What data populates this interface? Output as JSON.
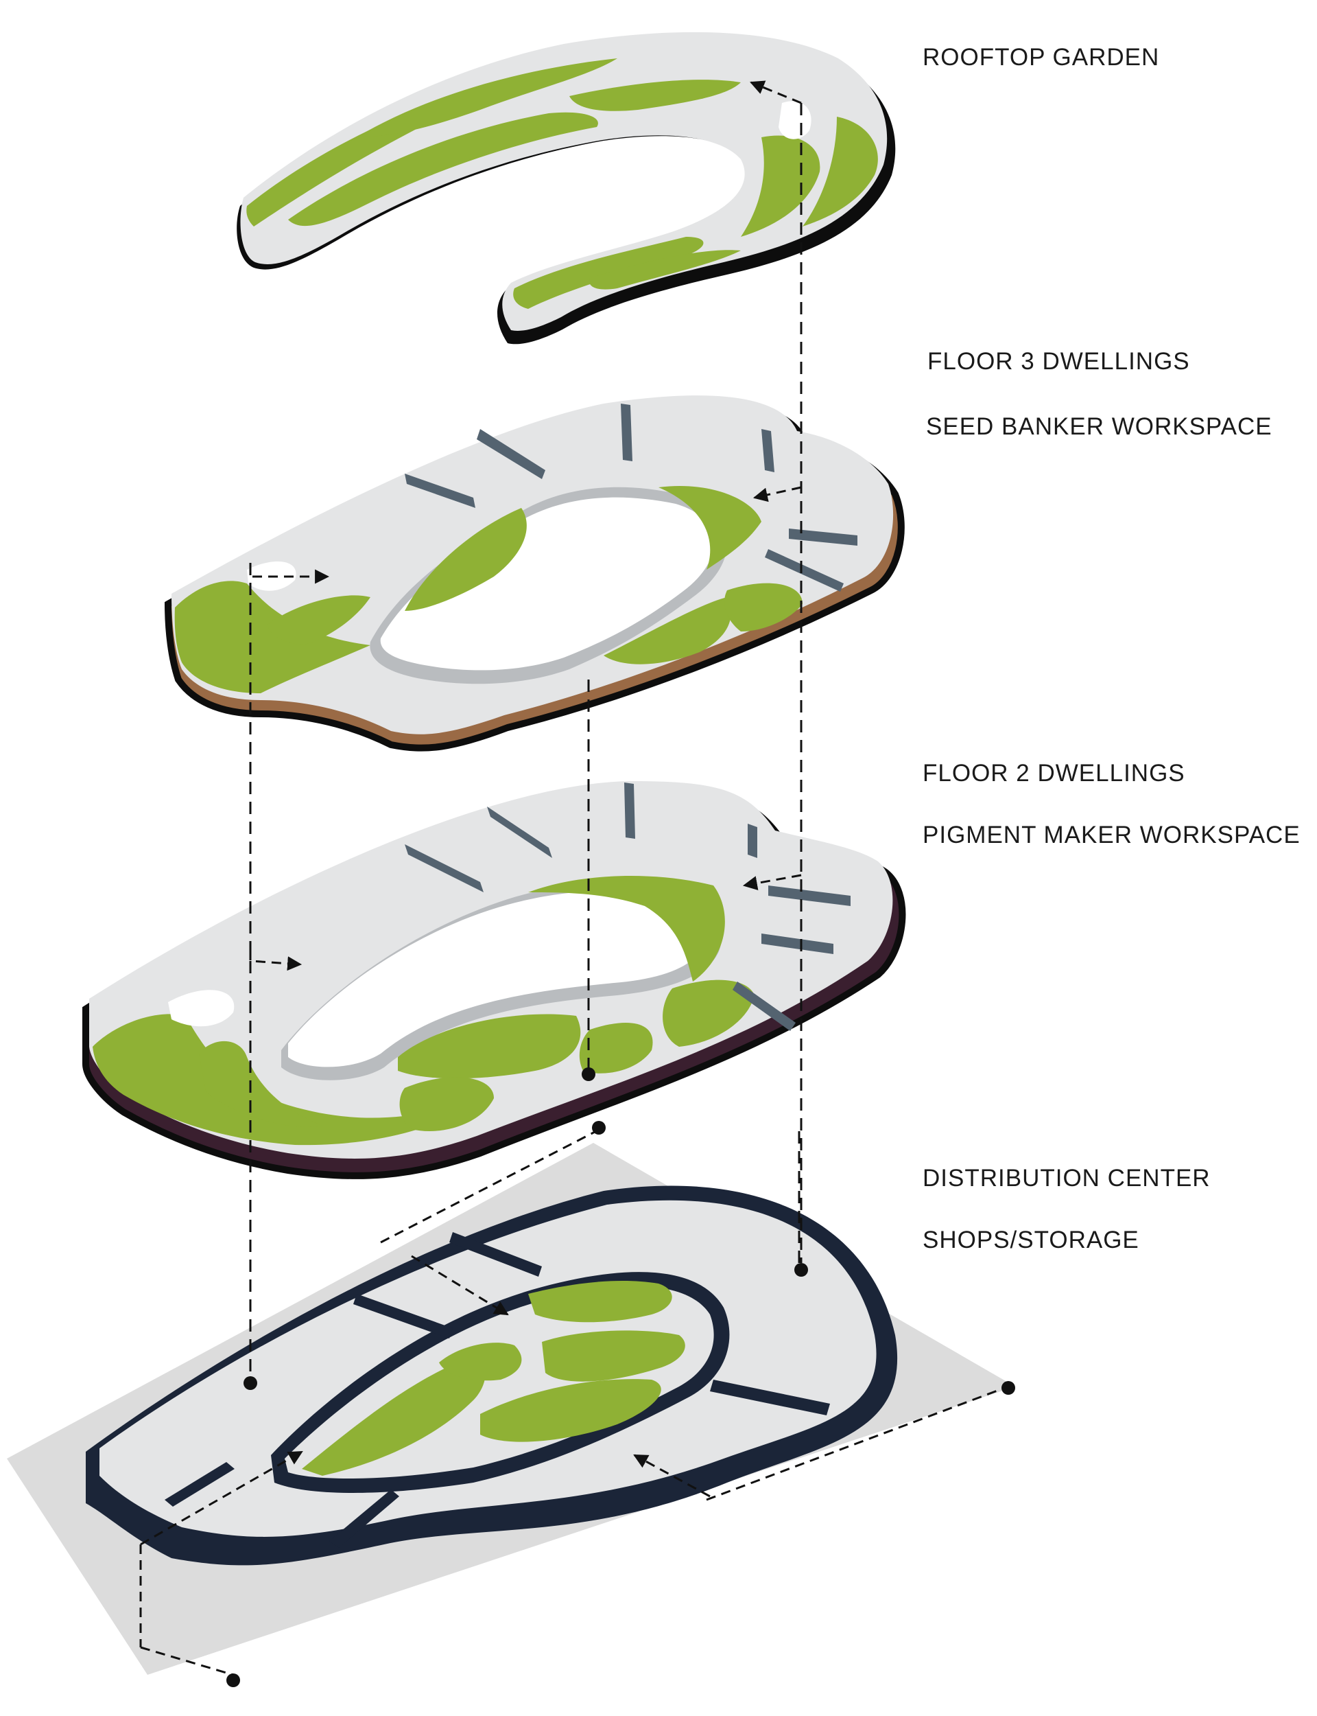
{
  "labels": {
    "rooftop": "ROOFTOP GARDEN",
    "floor3_a": "FLOOR 3 DWELLINGS",
    "floor3_b": "SEED BANKER WORKSPACE",
    "floor2_a": "FLOOR 2 DWELLINGS",
    "floor2_b": "PIGMENT MAKER WORKSPACE",
    "ground_a": "DISTRIBUTION CENTER",
    "ground_b": "SHOPS/STORAGE"
  },
  "colors": {
    "garden": "#8fb135",
    "floor": "#e4e5e6",
    "edge": "#0d0d0d",
    "ground_edge": "#1b2538",
    "partition": "#546370",
    "rim3": "#9a6a45",
    "rim2": "#3a1f2f",
    "ground_plane": "#dcdcdc"
  }
}
